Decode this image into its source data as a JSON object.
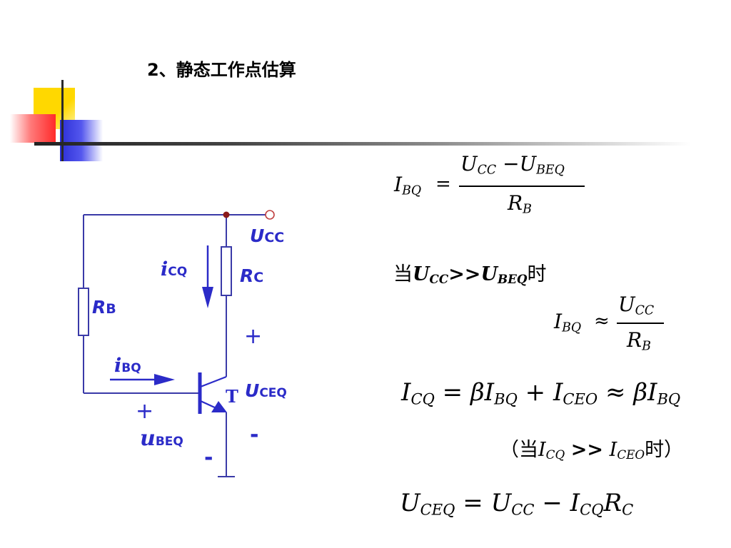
{
  "title": {
    "number": "2",
    "text": "、静态工作点估算"
  },
  "circuit": {
    "label_ucc": "U",
    "label_ucc_sub": "CC",
    "label_icq": "i",
    "label_icq_sub": "CQ",
    "label_rc": "R",
    "label_rc_sub": "C",
    "label_rb": "R",
    "label_rb_sub": "B",
    "label_ibq": "i",
    "label_ibq_sub": "BQ",
    "label_plus_ce": "+",
    "label_uceq": "U",
    "label_uceq_sub": "CEQ",
    "label_transistor": "T",
    "label_plus_be": "+",
    "label_ubeq": "u",
    "label_ubeq_sub": "BEQ",
    "label_minus_ce": "-",
    "label_minus_be": "-",
    "color": "#2b2bc8",
    "wire_color": "#3a3aa8",
    "node_color": "#8b1a1a"
  },
  "equations": {
    "eq1": {
      "lhs": "I",
      "lhs_sub": "BQ",
      "op": "=",
      "num_a": "U",
      "num_a_sub": "CC",
      "num_op": "−",
      "num_b": "U",
      "num_b_sub": "BEQ",
      "den": "R",
      "den_sub": "B"
    },
    "cond1": {
      "pre": "当",
      "a": "U",
      "a_sub": "CC",
      "rel": ">>",
      "b": "U",
      "b_sub": "BEQ",
      "post": "时"
    },
    "eq2": {
      "lhs": "I",
      "lhs_sub": "BQ",
      "op": "≈",
      "num": "U",
      "num_sub": "CC",
      "den": "R",
      "den_sub": "B"
    },
    "eq3": {
      "lhs": "I",
      "lhs_sub": "CQ",
      "op1": "=",
      "beta1": "β",
      "t1": "I",
      "t1_sub": "BQ",
      "op2": "+",
      "t2": "I",
      "t2_sub": "CEO",
      "op3": "≈",
      "beta2": "β",
      "t3": "I",
      "t3_sub": "BQ"
    },
    "cond2": {
      "open": "（当",
      "a": "I",
      "a_sub": "CQ",
      "rel": ">>",
      "b": "I",
      "b_sub": "CEO",
      "close": "时）"
    },
    "eq4": {
      "lhs": "U",
      "lhs_sub": "CEQ",
      "op1": "=",
      "a": "U",
      "a_sub": "CC",
      "op2": "−",
      "b": "I",
      "b_sub": "CQ",
      "c": "R",
      "c_sub": "C"
    }
  }
}
